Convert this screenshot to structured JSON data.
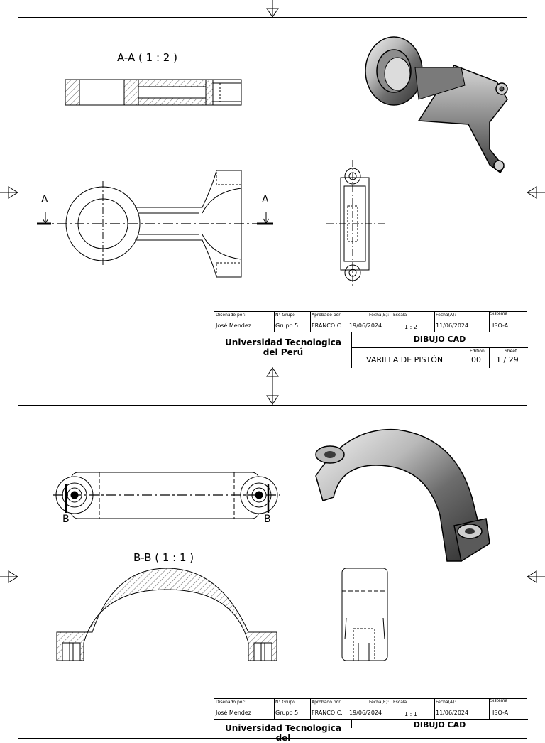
{
  "sheet1": {
    "section_label": "A-A ( 1 : 2 )",
    "cut_letter_left": "A",
    "cut_letter_right": "A",
    "title_block": {
      "designed_by_label": "Diseñado por:",
      "designed_by": "José Mendez",
      "group_label": "N° Grupo",
      "group": "Grupo 5",
      "approved_label": "Aprobado por:",
      "approved_by": "FRANCO C.",
      "date_e_label": "Fecha(E):",
      "date_e": "19/06/2024",
      "scale_label": "Escala",
      "scale": "1 : 2",
      "date_a_label": "Fecha(A):",
      "date_a": "11/06/2024",
      "system_label": "Sistema",
      "system": "ISO-A",
      "institution": "Universidad Tecnologica del Perú",
      "drawing_title": "DIBUJO CAD",
      "part_name": "VARILLA DE PISTÓN",
      "edition_label": "Edition",
      "edition": "00",
      "sheet_label": "Sheet",
      "sheet": "1 / 29"
    }
  },
  "sheet2": {
    "section_label": "B-B ( 1 : 1 )",
    "cut_letter_left": "B",
    "cut_letter_right": "B",
    "title_block": {
      "designed_by_label": "Diseñado por:",
      "designed_by": "José Mendez",
      "group_label": "N° Grupo",
      "group": "Grupo 5",
      "approved_label": "Aprobado por:",
      "approved_by": "FRANCO C.",
      "date_e_label": "Fecha(E):",
      "date_e": "19/06/2024",
      "scale_label": "Escala",
      "scale": "1 : 1",
      "date_a_label": "Fecha(A):",
      "date_a": "11/06/2024",
      "system_label": "Sistema",
      "system": "ISO-A",
      "institution": "Universidad Tecnologica del",
      "drawing_title": "DIBUJO CAD"
    }
  }
}
